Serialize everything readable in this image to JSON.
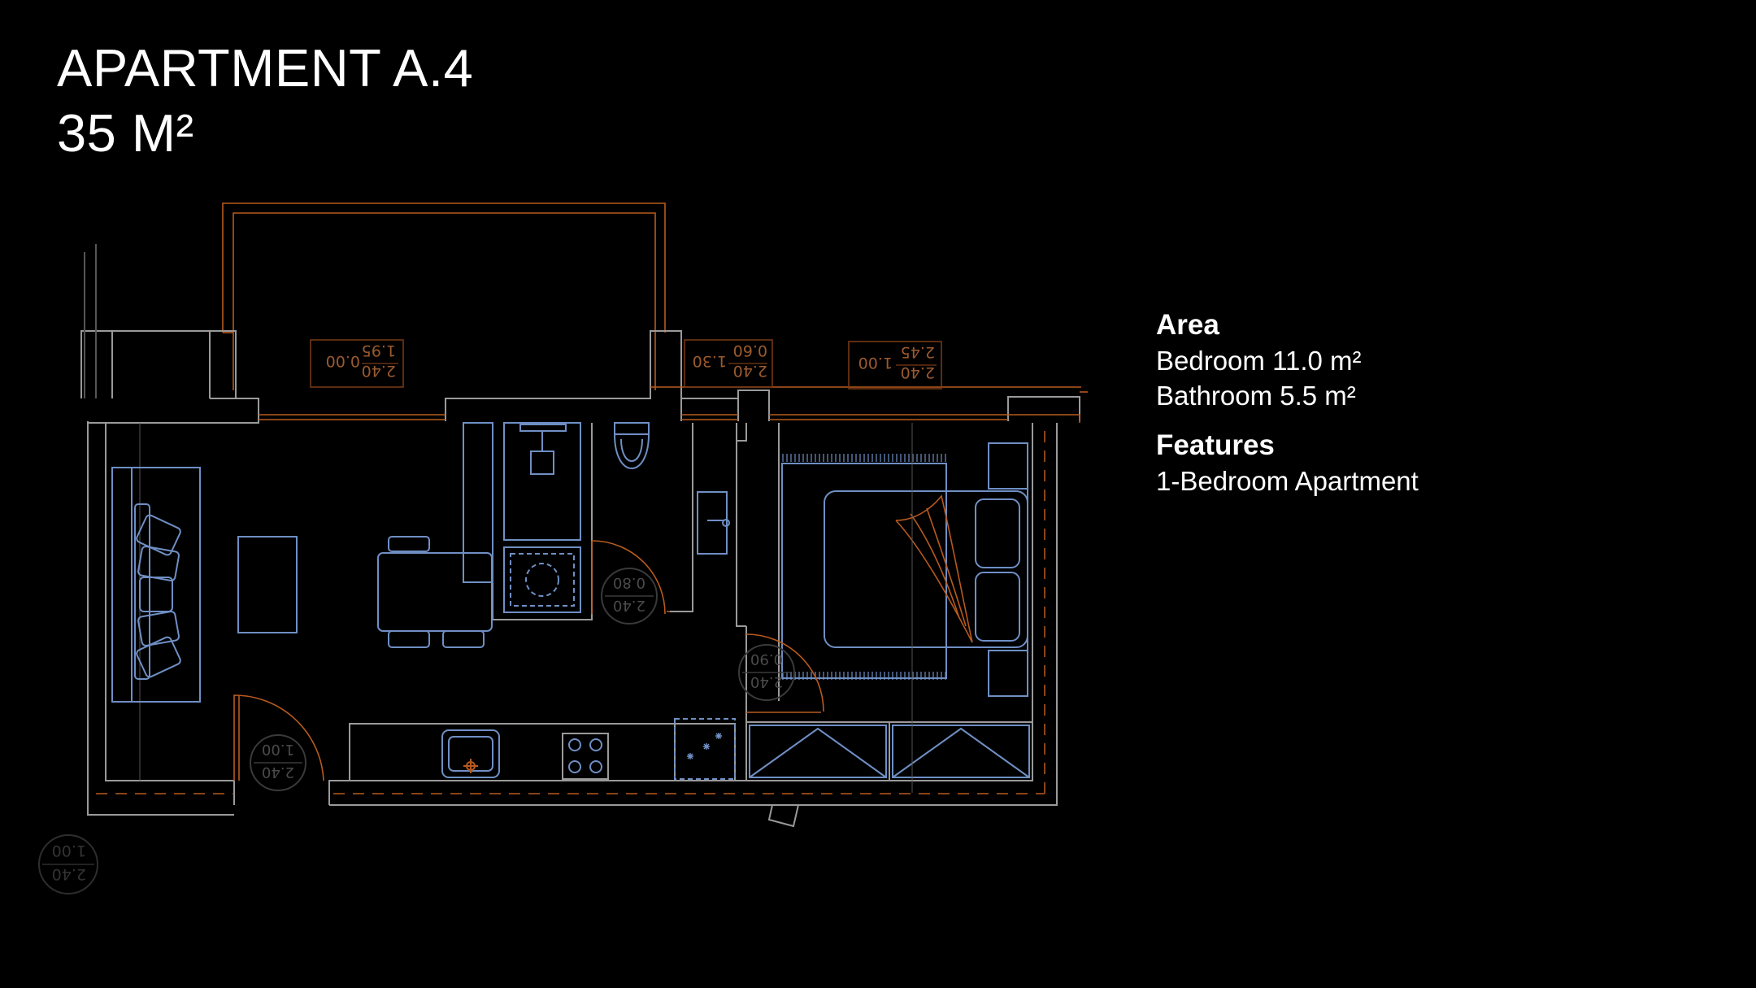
{
  "title": {
    "line1": "APARTMENT A.4",
    "line2": "35 M²"
  },
  "info": {
    "area_heading": "Area",
    "area_items": [
      "Bedroom 11.0 m²",
      "Bathroom 5.5 m²"
    ],
    "features_heading": "Features",
    "features_items": [
      "1-Bedroom Apartment"
    ]
  },
  "plan": {
    "labels": {
      "balcony_tag": {
        "top": "2.40",
        "bottom": "1.95",
        "side": "0.00"
      },
      "window1_tag": {
        "top": "2.40",
        "bottom": "0.60",
        "side": "1.30"
      },
      "window2_tag": {
        "top": "2.40",
        "bottom": "2.45",
        "side": "1.00"
      },
      "bath_door_tag": {
        "top": "2.40",
        "bottom": "0.80"
      },
      "bed_door_tag": {
        "top": "2.40",
        "bottom": "0.90"
      },
      "entry_door_tag": {
        "top": "2.40",
        "bottom": "1.00"
      },
      "outside_tag": {
        "top": "2.40",
        "bottom": "1.00"
      }
    },
    "colors": {
      "background": "#000000",
      "wall": "#9a9a9a",
      "accent": "#b85a1e",
      "furniture": "#6f8fc4",
      "tag": "#7a3a16",
      "faint": "#3a3a3a"
    }
  }
}
